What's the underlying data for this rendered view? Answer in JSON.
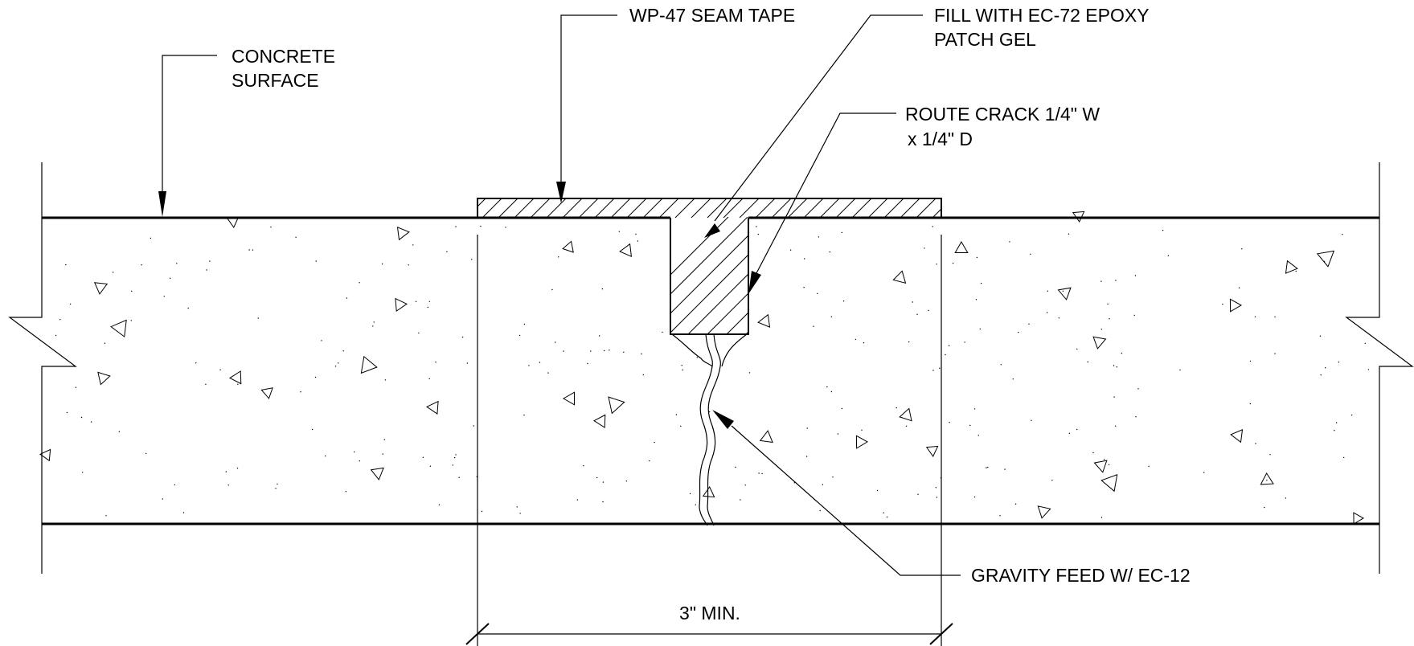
{
  "detail": {
    "labels": {
      "concrete_surface_line1": "CONCRETE",
      "concrete_surface_line2": "SURFACE",
      "seam_tape": "WP-47 SEAM TAPE",
      "fill_line1": "FILL WITH EC-72 EPOXY",
      "fill_line2": "PATCH GEL",
      "route_line1": "ROUTE CRACK 1/4\" W",
      "route_line2": "x 1/4\" D",
      "gravity_feed": "GRAVITY FEED W/ EC-12",
      "dimension": "3\" MIN."
    }
  }
}
